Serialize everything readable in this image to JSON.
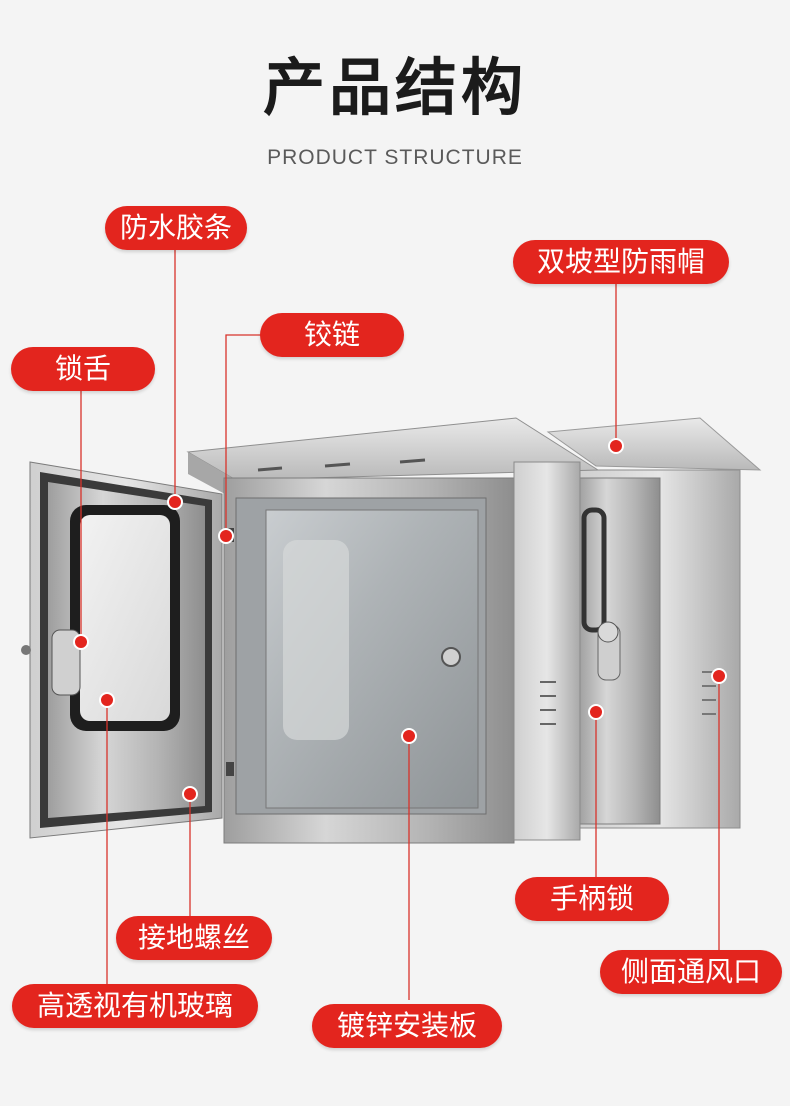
{
  "header": {
    "title": "产品结构",
    "subtitle": "PRODUCT STRUCTURE"
  },
  "callouts": {
    "waterproof_strip": "防水胶条",
    "lock_tongue": "锁舌",
    "hinge": "铰链",
    "rain_cap": "双坡型防雨帽",
    "grounding_screw": "接地螺丝",
    "glass": "高透视有机玻璃",
    "galvanized_plate": "镀锌安装板",
    "handle_lock": "手柄锁",
    "side_vent": "侧面通风口"
  },
  "colors": {
    "accent": "#e3251e",
    "line": "#d8332b",
    "background": "#f4f4f4"
  }
}
